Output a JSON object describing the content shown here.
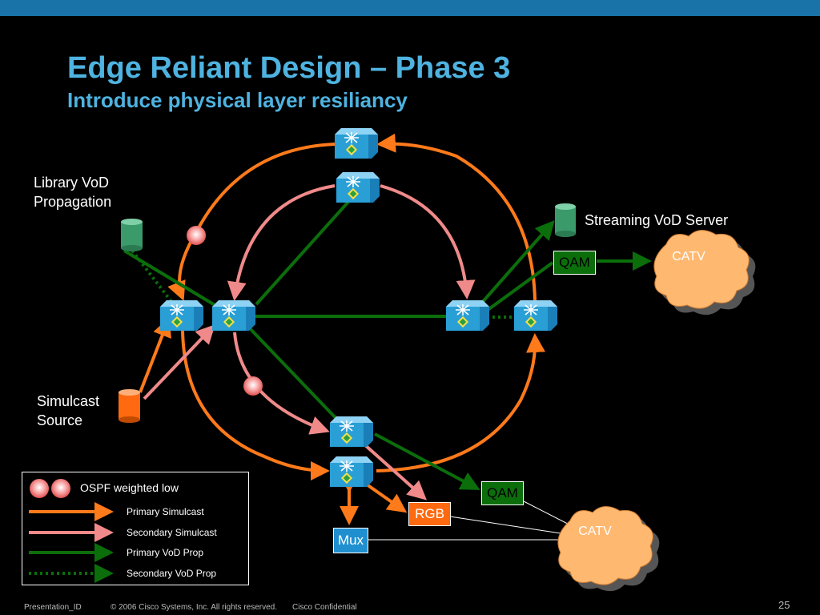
{
  "header": {
    "title": "Edge Reliant Design – Phase 3",
    "subtitle": "Introduce physical layer resiliancy"
  },
  "labels": {
    "library_line1": "Library VoD",
    "library_line2": "Propagation",
    "streaming": "Streaming VoD Server",
    "simulcast_line1": "Simulcast",
    "simulcast_line2": "Source"
  },
  "boxes": {
    "qam_top": "QAM",
    "qam_bottom": "QAM",
    "rgb": "RGB",
    "mux": "Mux",
    "catv_top": "CATV",
    "catv_bottom": "CATV"
  },
  "legend": {
    "ospf": "OSPF weighted low",
    "primary_simulcast": "Primary Simulcast",
    "secondary_simulcast": "Secondary Simulcast",
    "primary_vod": "Primary VoD Prop",
    "secondary_vod": "Secondary VoD Prop"
  },
  "footer": {
    "presentation_id": "Presentation_ID",
    "copyright": "© 2006 Cisco Systems, Inc. All rights reserved.",
    "confidential": "Cisco Confidential",
    "page_number": "25"
  },
  "colors": {
    "title": "#4eb3e0",
    "primary_simulcast": "#ff7a1a",
    "secondary_simulcast": "#f08a8a",
    "primary_vod": "#0b6e0b",
    "router": "#2a9fd6",
    "server_green": "#3a9a6a",
    "server_orange": "#ff6a10",
    "cloud": "#ffb870"
  }
}
